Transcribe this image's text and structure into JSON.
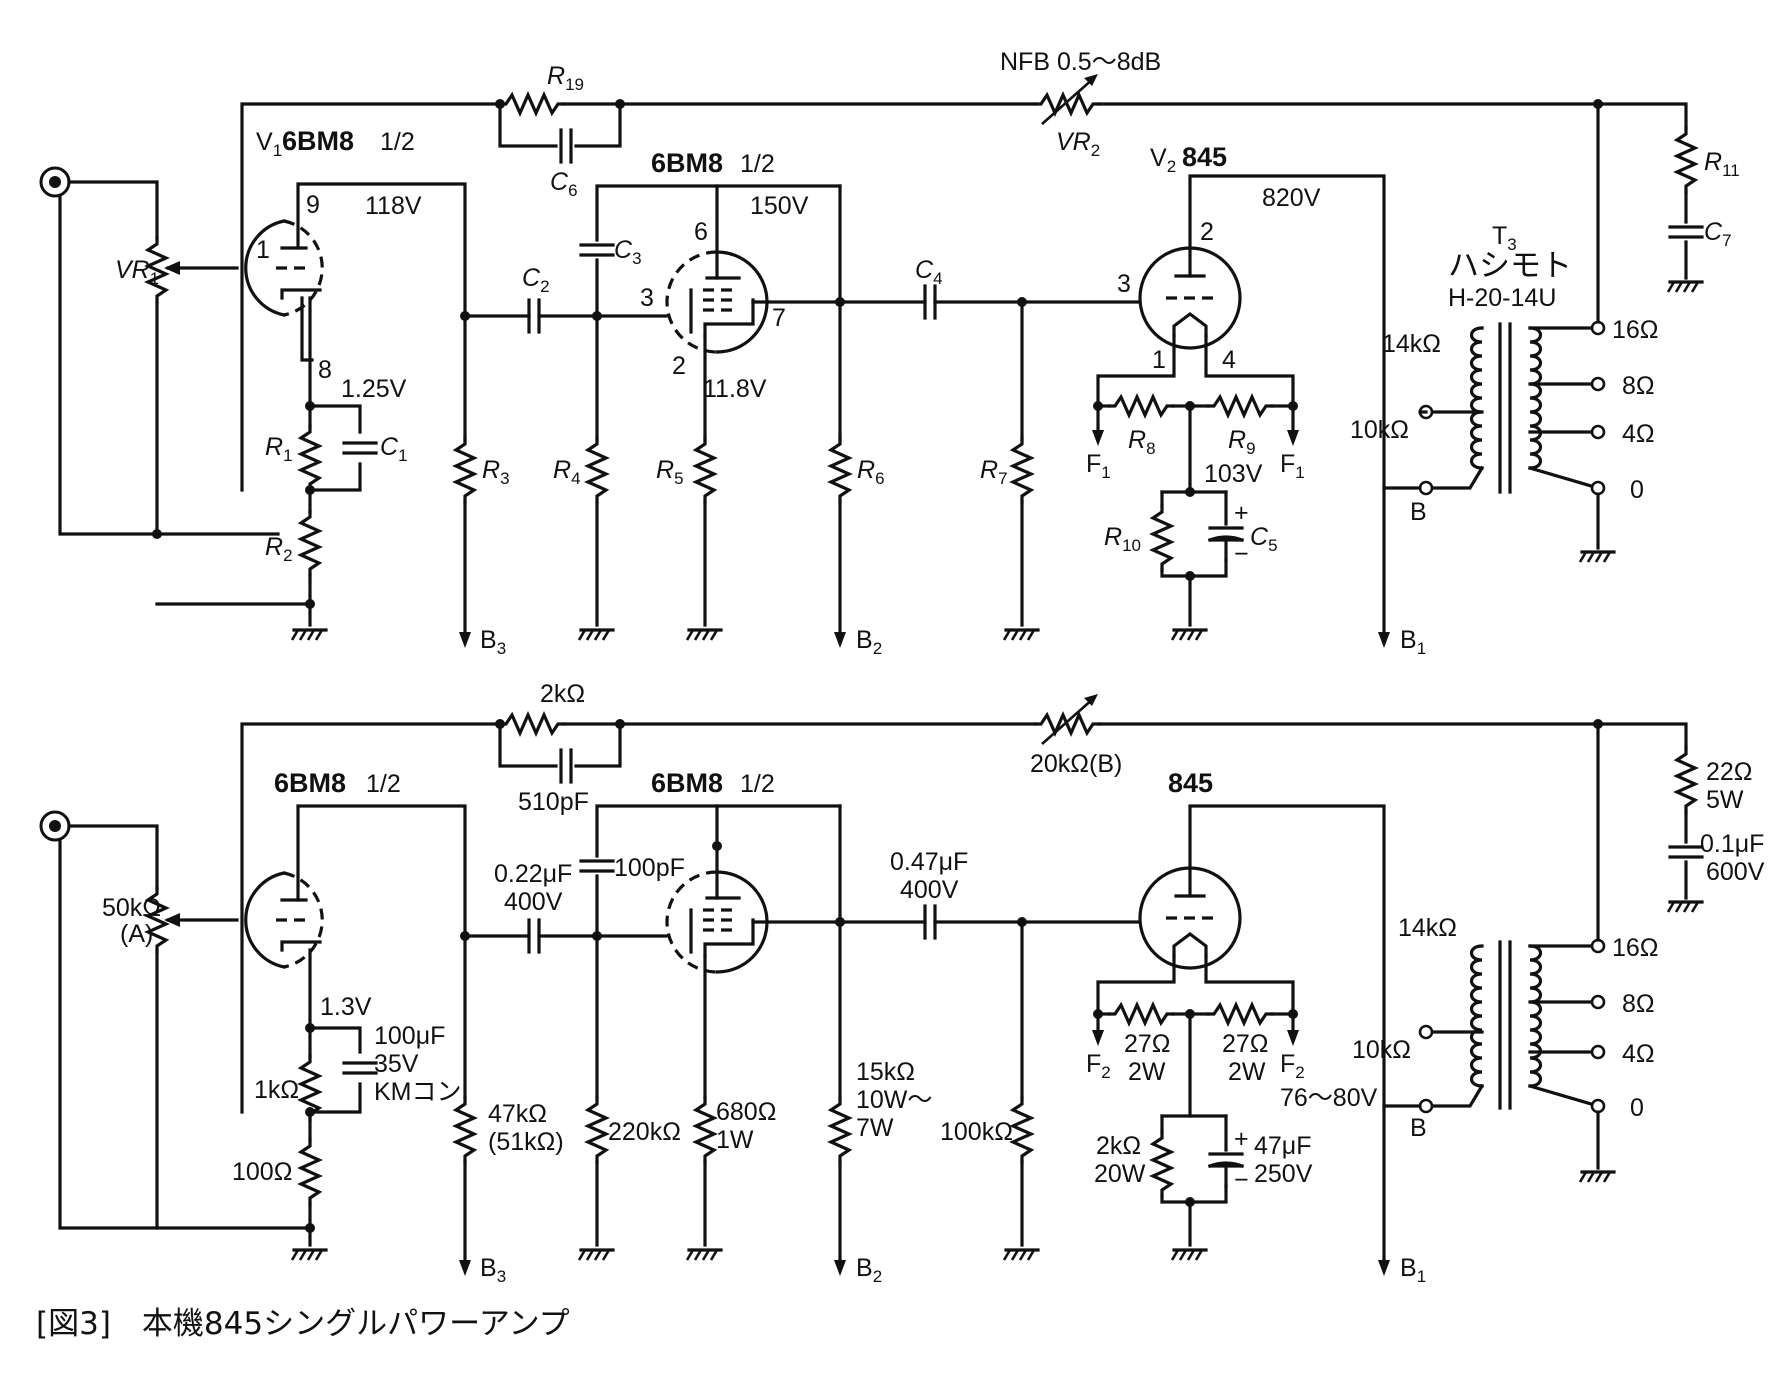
{
  "caption": "[図3]　本機845シングルパワーアンプ",
  "top": {
    "nfb": "NFB 0.5〜8dB",
    "vr2": "VR",
    "r19": "R",
    "c6": "C",
    "v1": "V",
    "v1_type": "6BM8",
    "v1_half": "1/2",
    "v1_plate_v": "118V",
    "v1_cathode_v": "1.25V",
    "v2_type": "6BM8",
    "v2_half": "1/2",
    "v2_plate_v": "150V",
    "v2_cathode_v": "11.8V",
    "v3": "V",
    "v3_type": "845",
    "v3_plate_v": "820V",
    "v3_mid_v": "103V",
    "vr1": "VR",
    "r1": "R",
    "r2": "R",
    "r3": "R",
    "r4": "R",
    "r5": "R",
    "r6": "R",
    "r7": "R",
    "r8": "R",
    "r9": "R",
    "r10": "R",
    "r11": "R",
    "c1": "C",
    "c2": "C",
    "c3": "C",
    "c4": "C",
    "c5": "C",
    "c7": "C",
    "f": "F",
    "t3": "T",
    "t3_maker": "ハシモト",
    "t3_model": "H-20-14U",
    "tap14k": "14kΩ",
    "tap10k": "10kΩ",
    "tapB": "B",
    "out16": "16Ω",
    "out8": "8Ω",
    "out4": "4Ω",
    "out0": "0",
    "b3": "B",
    "b2": "B",
    "b1": "B"
  },
  "bottom": {
    "fb_r": "2kΩ",
    "fb_c": "510pF",
    "vr2": "20kΩ(B)",
    "v1_type": "6BM8",
    "v1_half": "1/2",
    "v2_type": "6BM8",
    "v2_half": "1/2",
    "v3_type": "845",
    "vr1_a": "50kΩ",
    "vr1_b": "(A)",
    "cathode_v": "1.3V",
    "r1": "1kΩ",
    "c1_a": "100μF",
    "c1_b": "35V",
    "c1_c": "KMコン",
    "r2": "100Ω",
    "r3_a": "47kΩ",
    "r3_b": "(51kΩ)",
    "c2_a": "0.22μF",
    "c2_b": "400V",
    "c3": "100pF",
    "r4": "220kΩ",
    "r5_a": "680Ω",
    "r5_b": "1W",
    "r6_a": "15kΩ",
    "r6_b": "10W〜",
    "r6_c": "7W",
    "c4_a": "0.47μF",
    "c4_b": "400V",
    "r7": "100kΩ",
    "r8_a": "27Ω",
    "r8_b": "2W",
    "r9_a": "27Ω",
    "r9_b": "2W",
    "f2": "F",
    "bias_v": "76〜80V",
    "r10_a": "2kΩ",
    "r10_b": "20W",
    "c5_a": "47μF",
    "c5_b": "250V",
    "r11_a": "22Ω",
    "r11_b": "5W",
    "c7_a": "0.1μF",
    "c7_b": "600V",
    "tap14k": "14kΩ",
    "tap10k": "10kΩ",
    "tapB": "B",
    "out16": "16Ω",
    "out8": "8Ω",
    "out4": "4Ω",
    "out0": "0",
    "b3": "B",
    "b2": "B",
    "b1": "B"
  },
  "subscripts": {
    "one": "1",
    "two": "2",
    "three": "3",
    "four": "4",
    "five": "5",
    "six": "6",
    "seven": "7",
    "eight": "8",
    "nine": "9",
    "ten": "10",
    "eleven": "11",
    "nineteen": "19"
  },
  "pins": {
    "p1": "1",
    "p2": "2",
    "p3": "3",
    "p4": "4",
    "p6": "6",
    "p7": "7",
    "p8": "8",
    "p9": "9"
  },
  "polarity": {
    "plus": "+",
    "minus": "−"
  }
}
